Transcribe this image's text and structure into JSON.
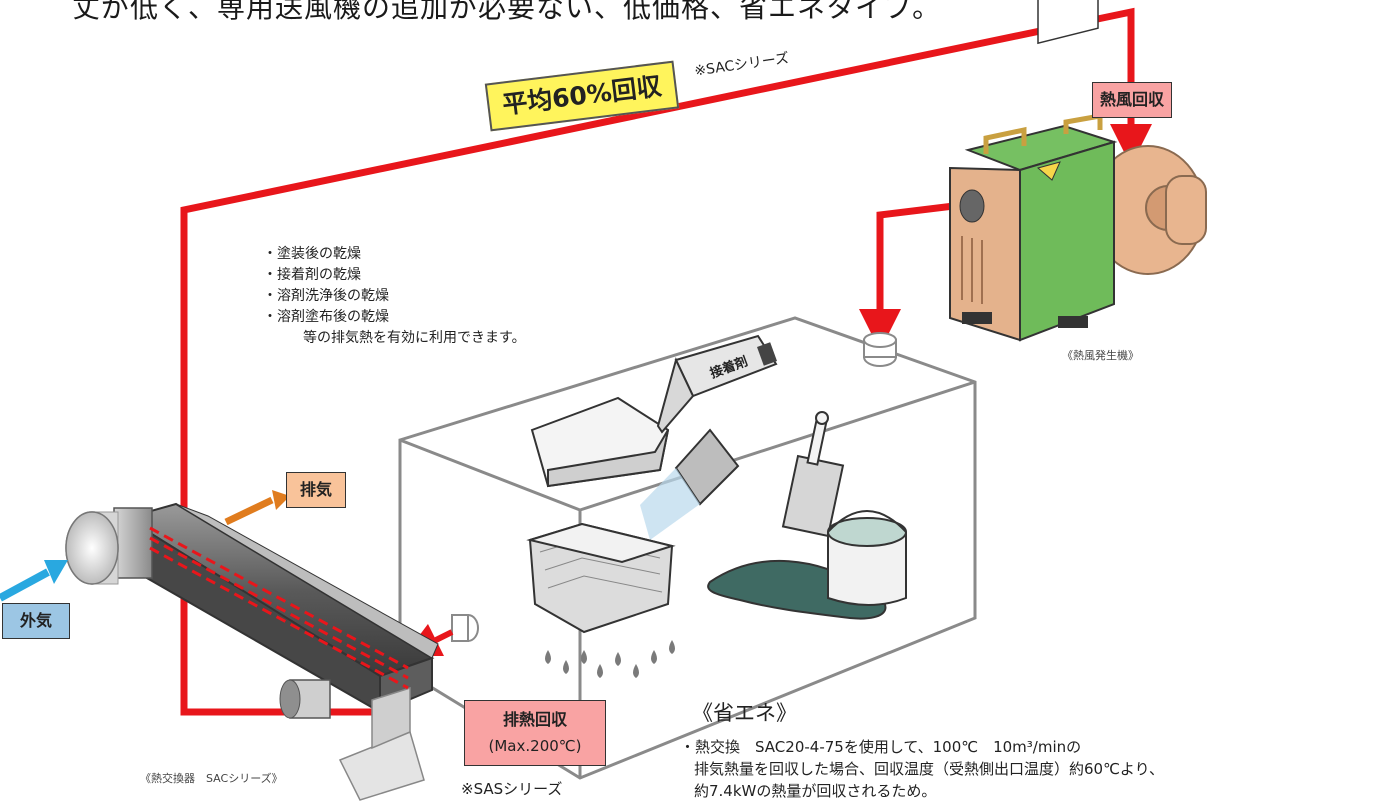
{
  "header": {
    "text": "丈が低く、専用送風機の追加が必要ない、低価格、省エネタイプ。"
  },
  "labels": {
    "recovery_avg": "平均60%回収",
    "sac_series_note": "※SACシリーズ",
    "hot_air_recovery": "熱風回収",
    "exhaust": "排気",
    "outside_air": "外気",
    "exhaust_heat_recovery": "排熱回収",
    "max_temp": "(Max.200℃)",
    "sas_series_note": "※SASシリーズ",
    "hot_air_generator_caption": "《熱風発生機》",
    "heat_exchanger_caption": "《熱交換器　SACシリーズ》"
  },
  "uses": {
    "items": [
      "塗装後の乾燥",
      "接着剤の乾燥",
      "溶剤洗浄後の乾燥",
      "溶剤塗布後の乾燥"
    ],
    "tail": "等の排気熱を有効に利用できます。"
  },
  "energy": {
    "title": "《省エネ》",
    "line1": "・熱交換　SAC20-4-75を使用して、100℃　10m³/minの",
    "line2": "排気熱量を回収した場合、回収温度（受熱側出口温度）約60℃より、",
    "line3": "約7.4kWの熱量が回収されるため。"
  },
  "colors": {
    "duct_red": "#e8161b",
    "exhaust_arrow": "#e07c1e",
    "intake_arrow": "#29a8e0",
    "heater_green": "#6fbb5a",
    "heater_tan": "#e8b58f"
  },
  "icons": [
    "adhesive-tube-icon",
    "brush-icon",
    "spray-nozzle-icon",
    "paint-can-icon",
    "wash-basket-icon"
  ]
}
